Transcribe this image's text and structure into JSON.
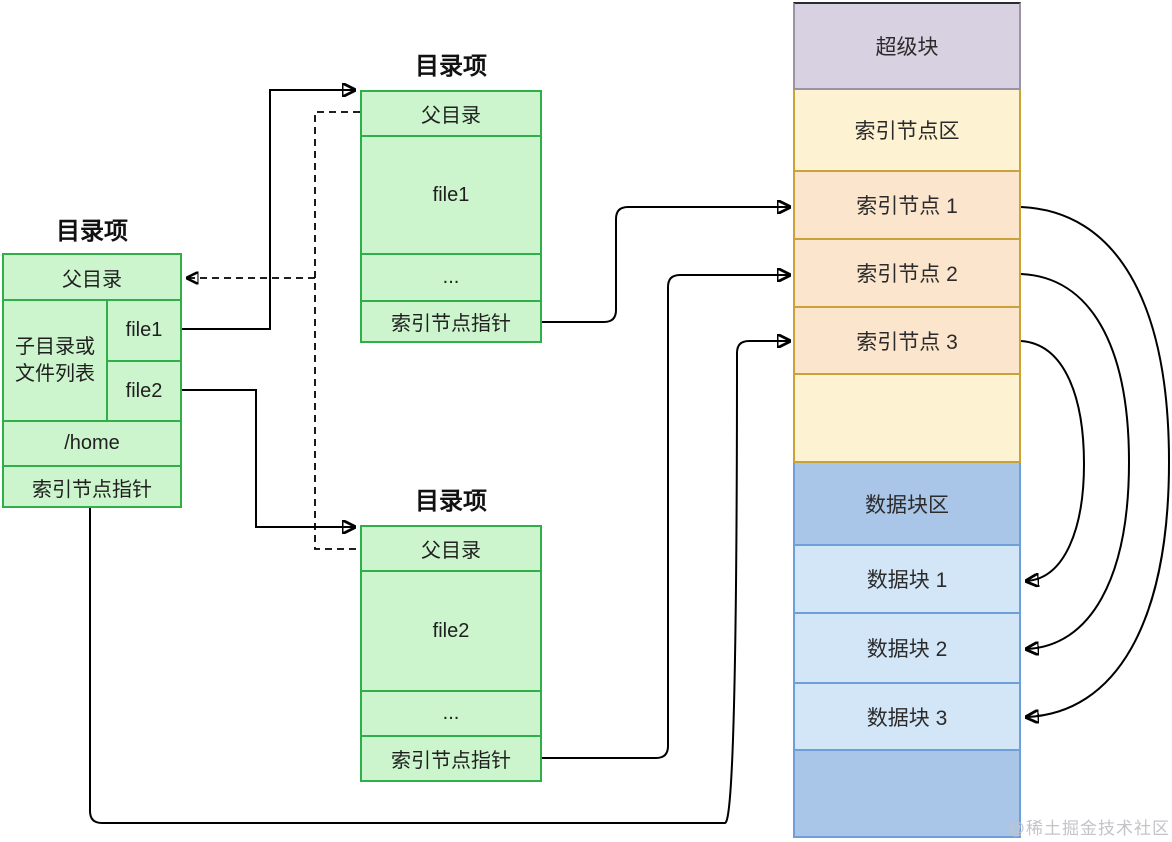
{
  "left_entry": {
    "title": "目录项",
    "parent": "父目录",
    "list_label_line1": "子目录或",
    "list_label_line2": "文件列表",
    "file1": "file1",
    "file2": "file2",
    "home": "/home",
    "inode_pointer": "索引节点指针"
  },
  "top_entry": {
    "title": "目录项",
    "parent": "父目录",
    "file": "file1",
    "ellipsis": "...",
    "inode_pointer": "索引节点指针"
  },
  "bottom_entry": {
    "title": "目录项",
    "parent": "父目录",
    "file": "file2",
    "ellipsis": "...",
    "inode_pointer": "索引节点指针"
  },
  "disk": {
    "superblock": "超级块",
    "inode_area": "索引节点区",
    "inode1": "索引节点 1",
    "inode2": "索引节点 2",
    "inode3": "索引节点 3",
    "data_area": "数据块区",
    "data1": "数据块 1",
    "data2": "数据块 2",
    "data3": "数据块 3"
  },
  "watermark": "@稀土掘金技术社区",
  "colors": {
    "entry_fill": "#ccf4cd",
    "entry_border": "#2fae49",
    "superblock_fill": "#d8d1e1",
    "superblock_border": "#9b93a3",
    "inode_area_fill": "#fdf2d2",
    "inode_fill": "#fbe5cc",
    "inode_border": "#c9a23a",
    "data_area_fill": "#a9c6e8",
    "data_fill": "#d2e6f8",
    "data_border": "#6f9fd8",
    "line": "#000000"
  }
}
